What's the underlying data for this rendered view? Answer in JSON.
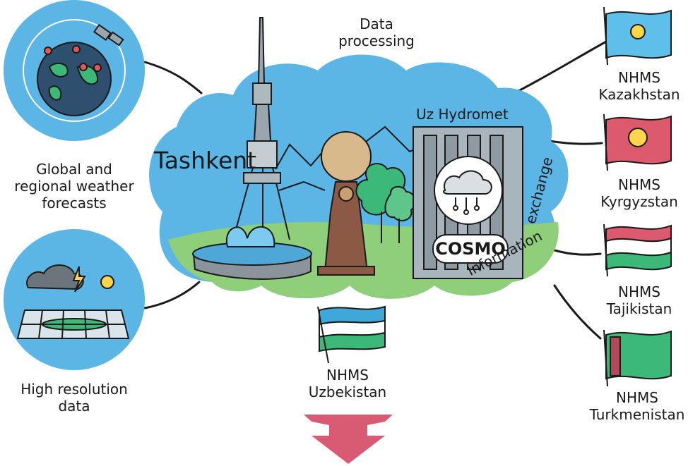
{
  "labels": {
    "data_processing": [
      "Data",
      "processing"
    ],
    "global_forecasts": [
      "Global and",
      "regional weather",
      "forecasts"
    ],
    "high_res": [
      "High resolution",
      "data"
    ],
    "city": "Tashkent",
    "center": "Uz Hydromet",
    "model": "COSMO",
    "info": "Information",
    "exchange": "exchange",
    "nhms_uzbekistan": [
      "NHMS",
      "Uzbekistan"
    ],
    "nhms_kazakhstan": [
      "NHMS",
      "Kazakhstan"
    ],
    "nhms_kyrgyzstan": [
      "NHMS",
      "Kyrgyzstan"
    ],
    "nhms_tajikistan": [
      "NHMS",
      "Tajikistan"
    ],
    "nhms_turkmenistan": [
      "NHMS",
      "Turkmenistan"
    ]
  },
  "colors": {
    "sky": "#5bb6e6",
    "grass": "#8fcf7a",
    "connector": "#1a1a1a",
    "arrow": "#d95a73",
    "building": "#a9b5bd",
    "kazakhstan": "#5ec0ea",
    "kyrgyzstan": "#dd5a6e",
    "tajikistan_red": "#dd5a6e",
    "tajikistan_green": "#3cb878",
    "uzbekistan_blue": "#3ea9d9",
    "uzbekistan_green": "#3cb878",
    "turkmenistan": "#3cb878"
  },
  "icons": [
    "satellite-icon",
    "globe-icon",
    "storm-cloud-icon",
    "sun-icon",
    "map-grid-icon",
    "cloud-network-icon",
    "tv-tower-icon",
    "fountain-icon",
    "monument-icon",
    "tree-icon",
    "flag-icons"
  ]
}
